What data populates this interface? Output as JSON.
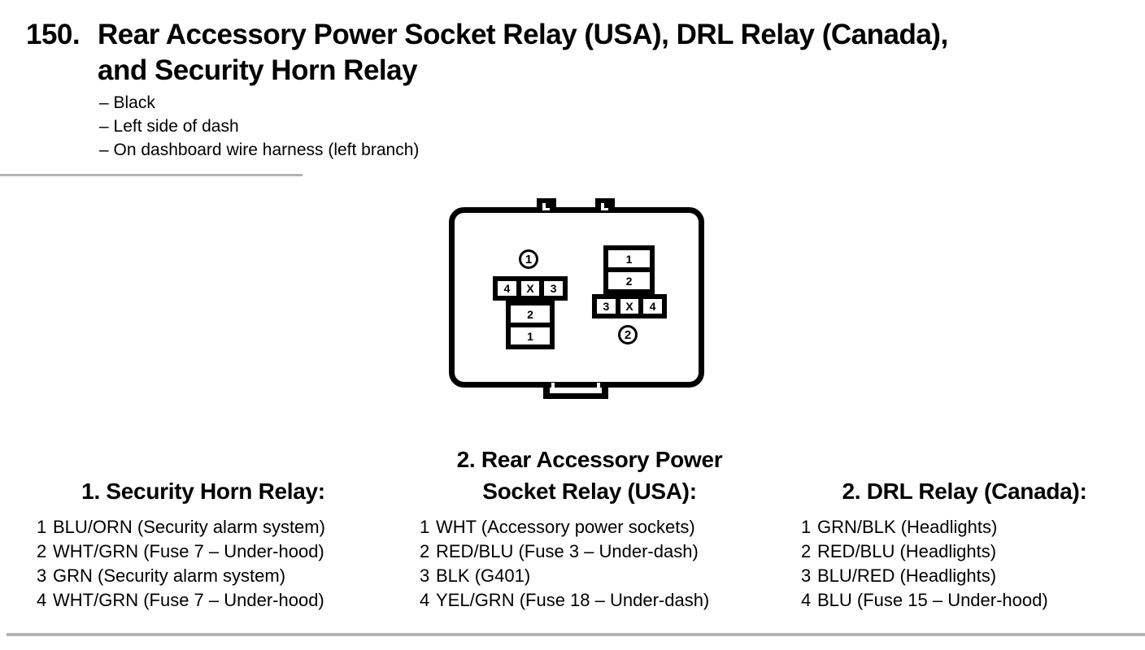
{
  "colors": {
    "ink": "#000000",
    "paper": "#ffffff",
    "artifact_rule": "#b3b3b3"
  },
  "page": {
    "item_number": "150.",
    "title_lines": [
      "Rear Accessory Power Socket Relay (USA), DRL Relay (Canada),",
      "and Security Horn Relay"
    ],
    "notes": [
      "– Black",
      "– Left side of dash",
      "– On dashboard wire harness (left branch)"
    ]
  },
  "connector": {
    "socket1": {
      "label": "1",
      "row_cells": [
        "4",
        "X",
        "3"
      ],
      "stack_cells": [
        "2",
        "1"
      ]
    },
    "socket2": {
      "label": "2",
      "stack_cells": [
        "1",
        "2"
      ],
      "row_cells": [
        "3",
        "X",
        "4"
      ]
    }
  },
  "legend": {
    "columns": [
      {
        "heading_lines": [
          "1. Security Horn Relay:"
        ],
        "items": [
          {
            "pin": "1",
            "desc": "BLU/ORN (Security alarm system)"
          },
          {
            "pin": "2",
            "desc": "WHT/GRN (Fuse 7 – Under-hood)"
          },
          {
            "pin": "3",
            "desc": "GRN (Security alarm system)"
          },
          {
            "pin": "4",
            "desc": "WHT/GRN (Fuse 7 – Under-hood)"
          }
        ]
      },
      {
        "heading_lines": [
          "2. Rear Accessory Power",
          "Socket Relay (USA):"
        ],
        "items": [
          {
            "pin": "1",
            "desc": "WHT (Accessory power sockets)"
          },
          {
            "pin": "2",
            "desc": "RED/BLU (Fuse 3 – Under-dash)"
          },
          {
            "pin": "3",
            "desc": "BLK (G401)"
          },
          {
            "pin": "4",
            "desc": "YEL/GRN (Fuse 18 – Under-dash)"
          }
        ]
      },
      {
        "heading_lines": [
          "2. DRL Relay (Canada):"
        ],
        "items": [
          {
            "pin": "1",
            "desc": "GRN/BLK (Headlights)"
          },
          {
            "pin": "2",
            "desc": "RED/BLU (Headlights)"
          },
          {
            "pin": "3",
            "desc": "BLU/RED (Headlights)"
          },
          {
            "pin": "4",
            "desc": "BLU (Fuse 15 – Under-hood)"
          }
        ]
      }
    ]
  }
}
